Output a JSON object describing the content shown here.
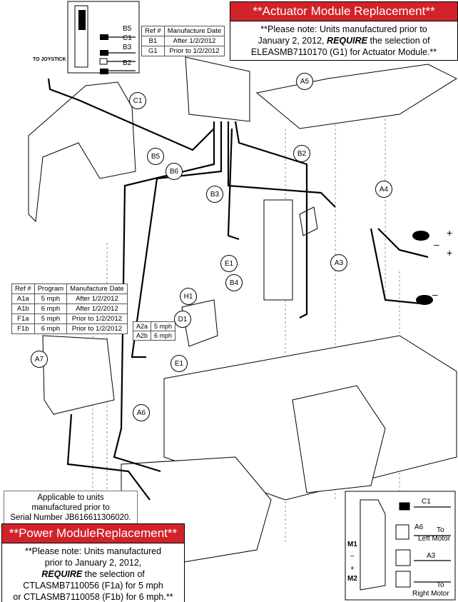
{
  "actuator_notice": {
    "title": "**Actuator Module Replacement**",
    "line1": "**Please note: Units manufactured prior to",
    "line2a": "January 2, 2012, ",
    "line2b": "REQUIRE",
    "line2c": " the selection of",
    "line3": "ELEASMB7110170 (G1) for Actuator Module.**"
  },
  "power_notice": {
    "title": "**Power ModuleReplacement**",
    "line1": "**Please note: Units manufactured",
    "line2": "prior to January 2, 2012,",
    "line3a": "REQUIRE",
    "line3b": " the selection of",
    "line4": "CTLASMB7110056 (F1a) for 5 mph",
    "line5": "or CTLASMB7110058 (F1b) for 6 mph.**"
  },
  "serial_note": {
    "line1": "Applicable to units",
    "line2": "manufactured prior to",
    "line3": "Serial Number JB616611306020."
  },
  "actuator_table": {
    "headers": [
      "Ref #",
      "Manufacture Date"
    ],
    "rows": [
      [
        "B1",
        "After 1/2/2012"
      ],
      [
        "G1",
        "Prior to 1/2/2012"
      ]
    ]
  },
  "power_table": {
    "headers": [
      "Ref #",
      "Program",
      "Manufacture Date"
    ],
    "rows": [
      [
        "A1a",
        "5 mph",
        "After 1/2/2012"
      ],
      [
        "A1b",
        "6 mph",
        "After 1/2/2012"
      ],
      [
        "F1a",
        "5 mph",
        "Prior to 1/2/2012"
      ],
      [
        "F1b",
        "6 mph",
        "Prior to 1/2/2012"
      ]
    ]
  },
  "small_table": {
    "rows": [
      [
        "A2a",
        "5 mph"
      ],
      [
        "A2b",
        "6 mph"
      ]
    ]
  },
  "joystick_label": "TO JOYSTICK",
  "inset_top": {
    "labels": [
      "B5",
      "C1",
      "B3",
      "B2"
    ]
  },
  "inset_bottom": {
    "c1": "C1",
    "a6": "A6",
    "to_left": "To",
    "left_motor": "Left Motor",
    "a3": "A3",
    "to_right": "To",
    "right_motor": "Right Motor",
    "m1": "M1",
    "minus": "–",
    "plus": "+",
    "m2": "M2"
  },
  "callouts": [
    "B6",
    "C1",
    "B5",
    "B2",
    "B3",
    "A5",
    "A4",
    "A3",
    "B4",
    "E1",
    "H1",
    "D1",
    "E1",
    "A7",
    "A6"
  ],
  "terminals": [
    "+",
    "–",
    "+",
    "–"
  ]
}
